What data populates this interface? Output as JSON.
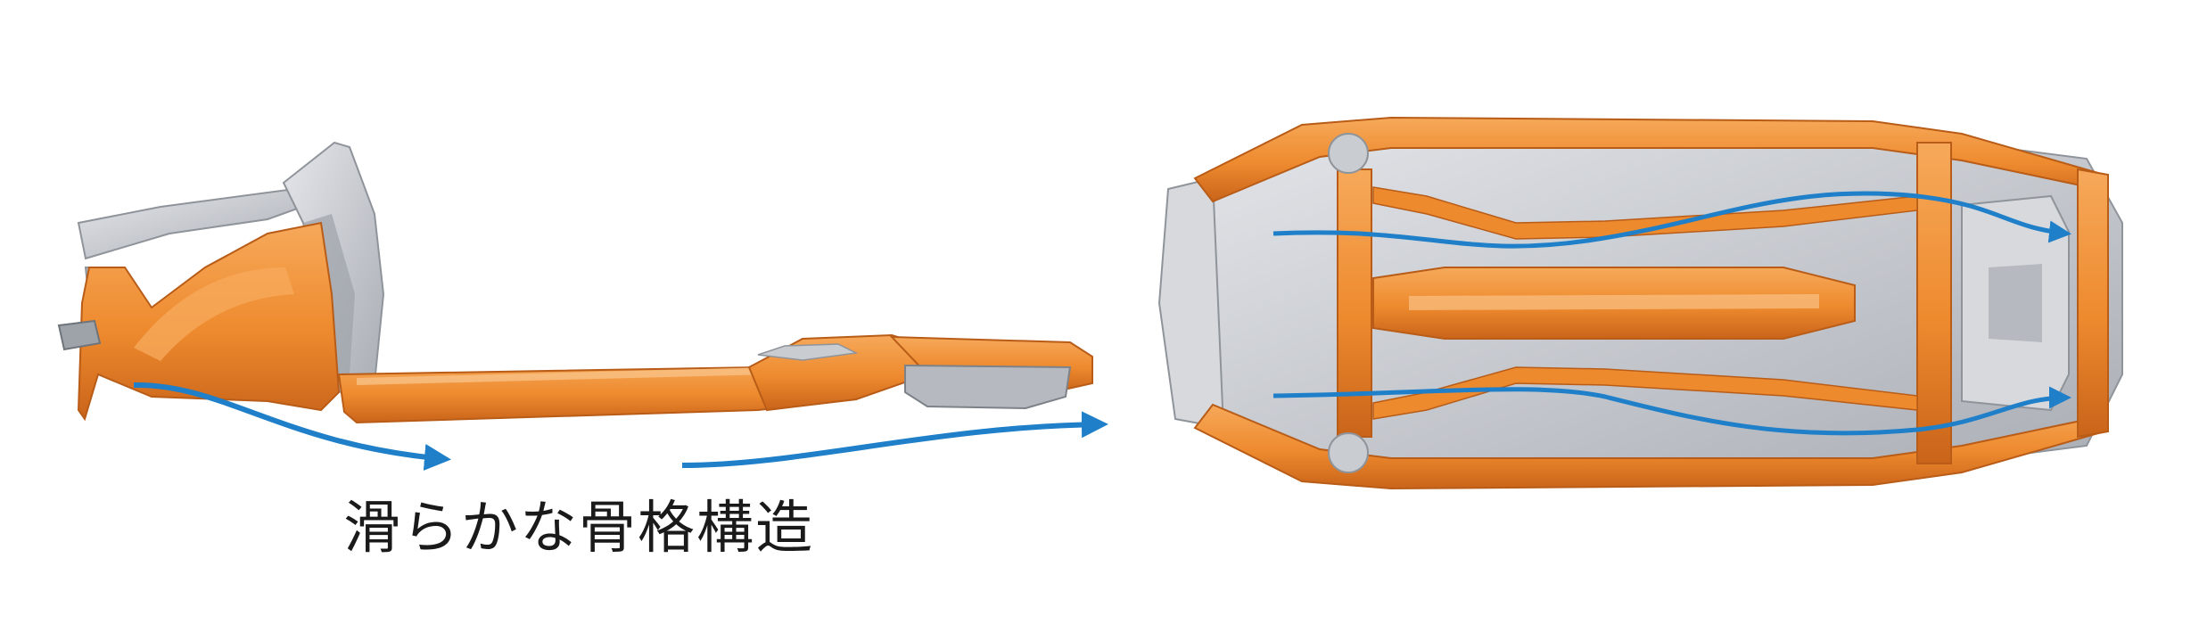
{
  "caption": "滑らかな骨格構造",
  "colors": {
    "frame_orange": "#ee8a2e",
    "frame_orange_dark": "#c9641a",
    "frame_orange_light": "#f6a95a",
    "steel_gray": "#c9ccd1",
    "steel_gray_dark": "#8f949b",
    "flow_arrow_blue": "#1f7fc8",
    "background": "#ffffff"
  },
  "views": [
    {
      "name": "side-view",
      "arrows": 2
    },
    {
      "name": "top-view",
      "arrows": 2
    }
  ]
}
